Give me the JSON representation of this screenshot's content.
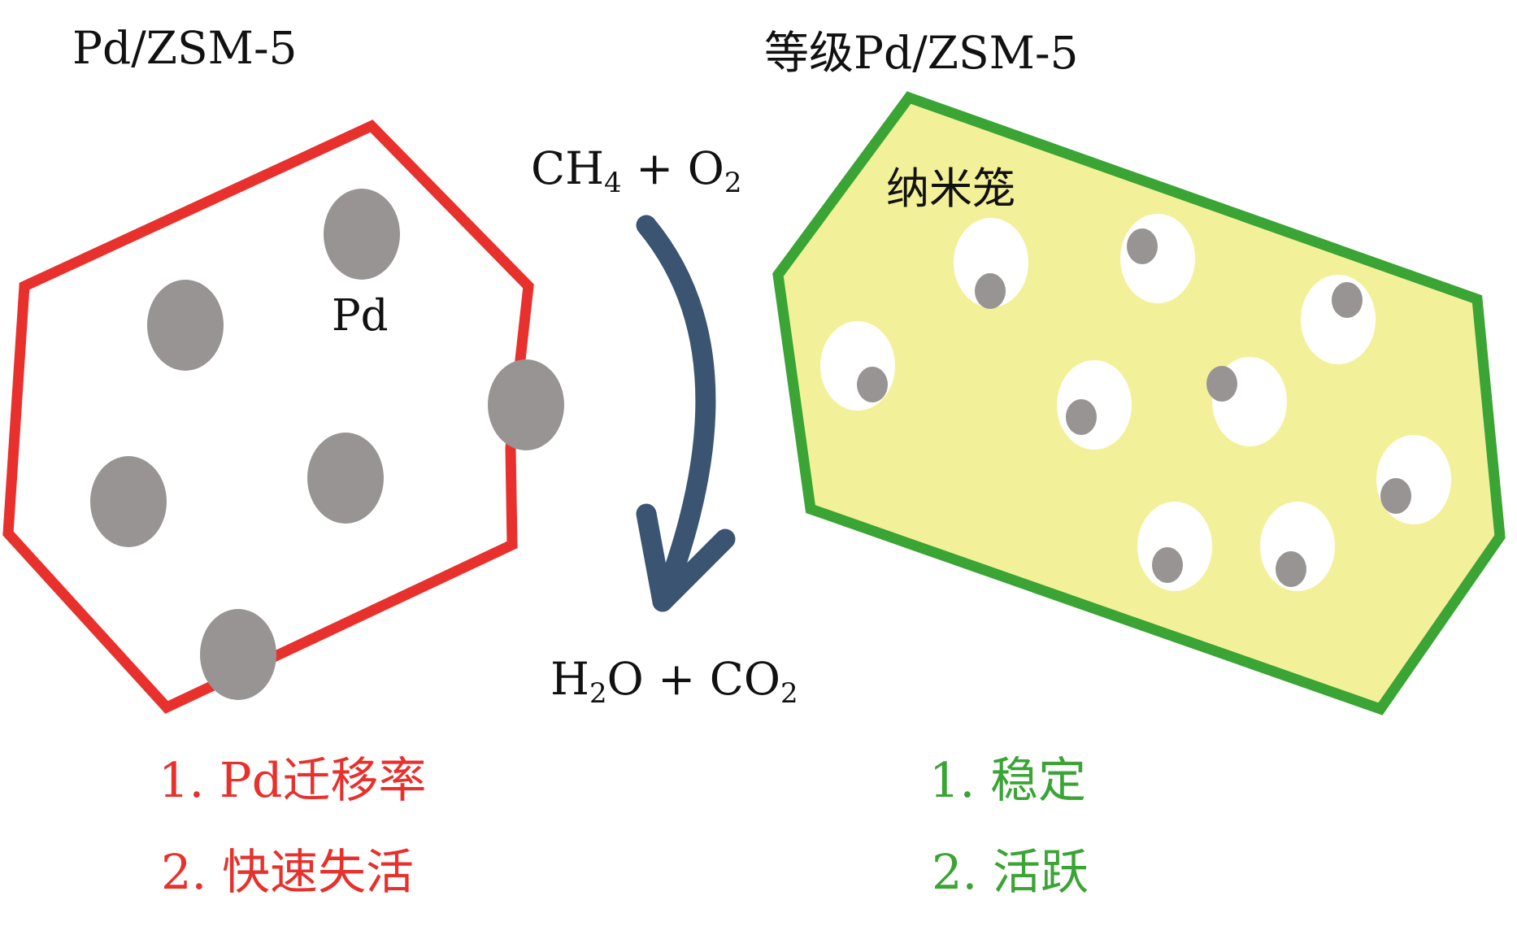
{
  "left_panel": {
    "title": "Pd/ZSM-5",
    "particle_label": "Pd",
    "outline_color": "#e8302c",
    "particle_color": "#999494",
    "points": [
      "1. Pd迁移率",
      "2. 快速失活"
    ]
  },
  "right_panel": {
    "title": "等级Pd/ZSM-5",
    "cage_label": "纳米笼",
    "outline_color": "#3aa435",
    "fill_color": "#f3f09a",
    "particle_color": "#999494",
    "points": [
      "1. 稳定",
      "2. 活跃"
    ]
  },
  "reaction": {
    "reactant_1": "CH",
    "reactant_1_sub": "4",
    "plus_1": " + ",
    "reactant_2": "O",
    "reactant_2_sub": "2",
    "product_1": "H",
    "product_1_sub": "2",
    "product_1_tail": "O",
    "plus_2": " + ",
    "product_2": "CO",
    "product_2_sub": "2",
    "arrow_color": "#3b5472"
  }
}
